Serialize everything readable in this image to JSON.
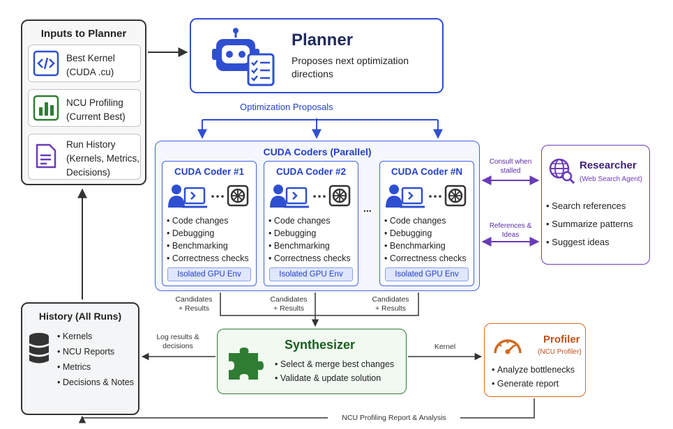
{
  "inputs": {
    "title": "Inputs to Planner",
    "cards": [
      {
        "line1": "Best Kernel",
        "line2": "(CUDA .cu)",
        "icon": "code-icon"
      },
      {
        "line1": "NCU Profiling",
        "line2": "(Current Best)",
        "icon": "bar-chart-icon"
      },
      {
        "line1": "Run History",
        "line2": "(Kernels, Metrics,",
        "line3": "Decisions)",
        "icon": "document-icon"
      }
    ]
  },
  "planner": {
    "title": "Planner",
    "desc": "Proposes next optimization directions",
    "icon": "robot-checklist-icon"
  },
  "proposals_label": "Optimization Proposals",
  "coders": {
    "title": "CUDA Coders (Parallel)",
    "items": [
      {
        "title": "CUDA Coder #1",
        "tasks": [
          "Code changes",
          "Debugging",
          "Benchmarking",
          "Correctness checks"
        ],
        "env": "Isolated GPU Env"
      },
      {
        "title": "CUDA Coder #2",
        "tasks": [
          "Code changes",
          "Debugging",
          "Benchmarking",
          "Correctness checks"
        ],
        "env": "Isolated GPU Env"
      },
      {
        "title": "CUDA Coder #N",
        "tasks": [
          "Code changes",
          "Debugging",
          "Benchmarking",
          "Correctness checks"
        ],
        "env": "Isolated GPU Env"
      }
    ],
    "ellipsis": "..."
  },
  "researcher": {
    "title": "Researcher",
    "subtitle": "(Web Search Agent)",
    "tasks": [
      "Search references",
      "Summarize patterns",
      "Suggest ideas"
    ],
    "icon": "globe-search-icon",
    "consult_label": "Consult when stalled",
    "refs_label": "References & Ideas"
  },
  "candidates_label": "Candidates + Results",
  "history": {
    "title": "History (All Runs)",
    "items": [
      "Kernels",
      "NCU Reports",
      "Metrics",
      "Decisions & Notes"
    ],
    "icon": "database-icon"
  },
  "log_label": "Log results & decisions",
  "synthesizer": {
    "title": "Synthesizer",
    "tasks": [
      "Select & merge best changes",
      "Validate & update solution"
    ],
    "icon": "puzzle-icon"
  },
  "kernel_label": "Kernel",
  "profiler": {
    "title": "Profiler",
    "subtitle": "(NCU Profiler)",
    "tasks": [
      "Analyze bottlenecks",
      "Generate report"
    ],
    "icon": "speedometer-icon"
  },
  "report_label": "NCU Profiling Report & Analysis",
  "colors": {
    "planner_border": "#2f4fd1",
    "coder_blue": "#2340c8",
    "researcher_purple": "#6a3bb8",
    "synth_green": "#2e7d32",
    "profiler_orange": "#d2691e"
  }
}
